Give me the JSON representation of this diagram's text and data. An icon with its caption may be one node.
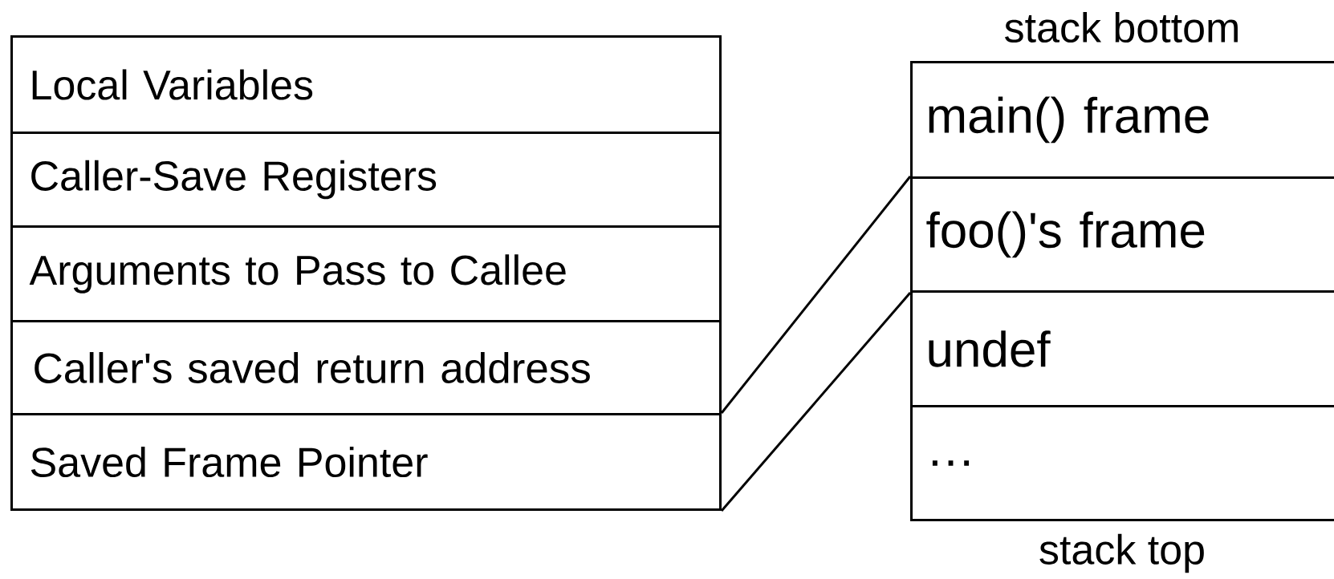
{
  "diagram": {
    "nodes": [
      {
        "text": [
          "Local Variables"
        ]
      },
      {
        "text": [
          "Caller-Save Registers"
        ]
      },
      {
        "text": [
          "Arguments to Pass to Callee"
        ]
      },
      {
        "text": [
          "Caller's saved return address"
        ]
      },
      {
        "text": [
          "Saved Frame Pointer"
        ]
      },
      {
        "text": [
          "main() frame"
        ]
      },
      {
        "text": [
          "foo()'s frame"
        ]
      },
      {
        "text": [
          "undef"
        ]
      },
      {
        "text": [
          "…"
        ]
      }
    ],
    "edges": [
      {
        "from": 4,
        "to": 6,
        "arrow": "none"
      },
      {
        "from": 4,
        "to": 6,
        "arrow": "none"
      }
    ],
    "labels": [
      "stack bottom",
      "stack top"
    ]
  }
}
